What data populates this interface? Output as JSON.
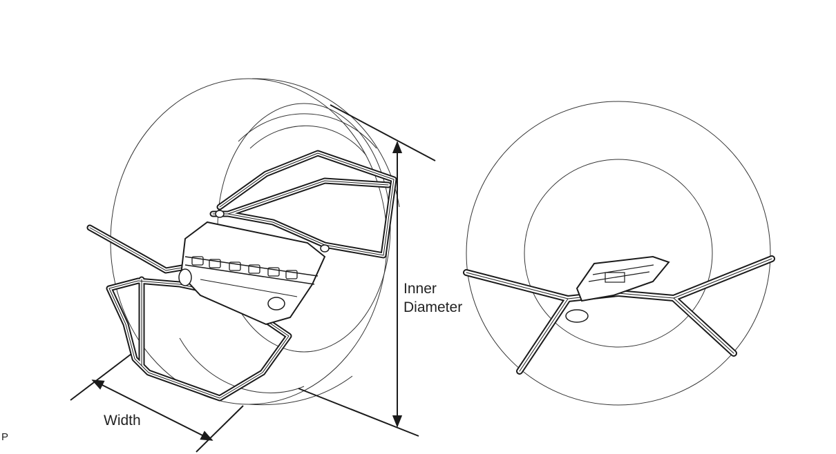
{
  "labels": {
    "inner_diameter_line1": "Inner",
    "inner_diameter_line2": "Diameter",
    "width": "Width",
    "figure_ref": "P"
  },
  "colors": {
    "line": "#1a1a1a",
    "background": "#ffffff"
  }
}
